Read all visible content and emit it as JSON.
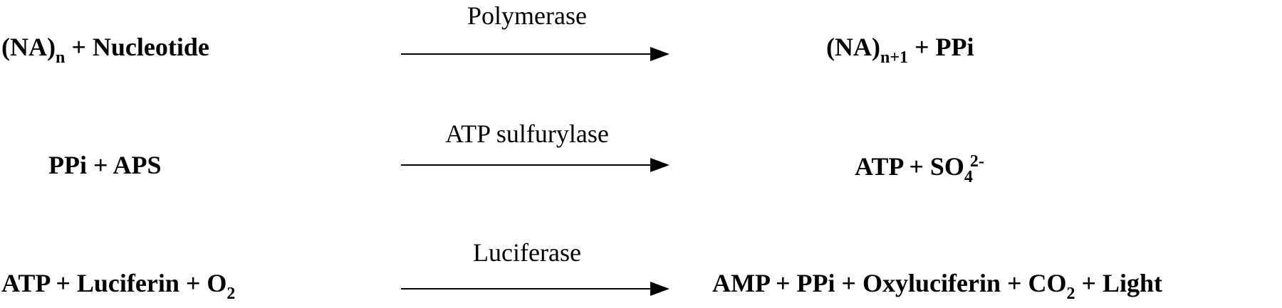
{
  "reactions": [
    {
      "enzyme": "Polymerase",
      "left": {
        "main": "(NA)",
        "sub": "n",
        "rest": " + Nucleotide"
      },
      "right": {
        "main": "(NA)",
        "sub": "n+1",
        "rest": " + PPi"
      }
    },
    {
      "enzyme": "ATP sulfurylase",
      "left": {
        "text": "PPi + APS"
      },
      "right": {
        "main": "ATP + SO",
        "sub": "4",
        "sup": "2-"
      }
    },
    {
      "enzyme": "Luciferase",
      "left": {
        "main": "ATP + Luciferin + O",
        "sub": "2"
      },
      "right": {
        "main": "AMP + PPi + Oxyluciferin + CO",
        "sub": "2",
        "rest": " + Light"
      }
    }
  ]
}
